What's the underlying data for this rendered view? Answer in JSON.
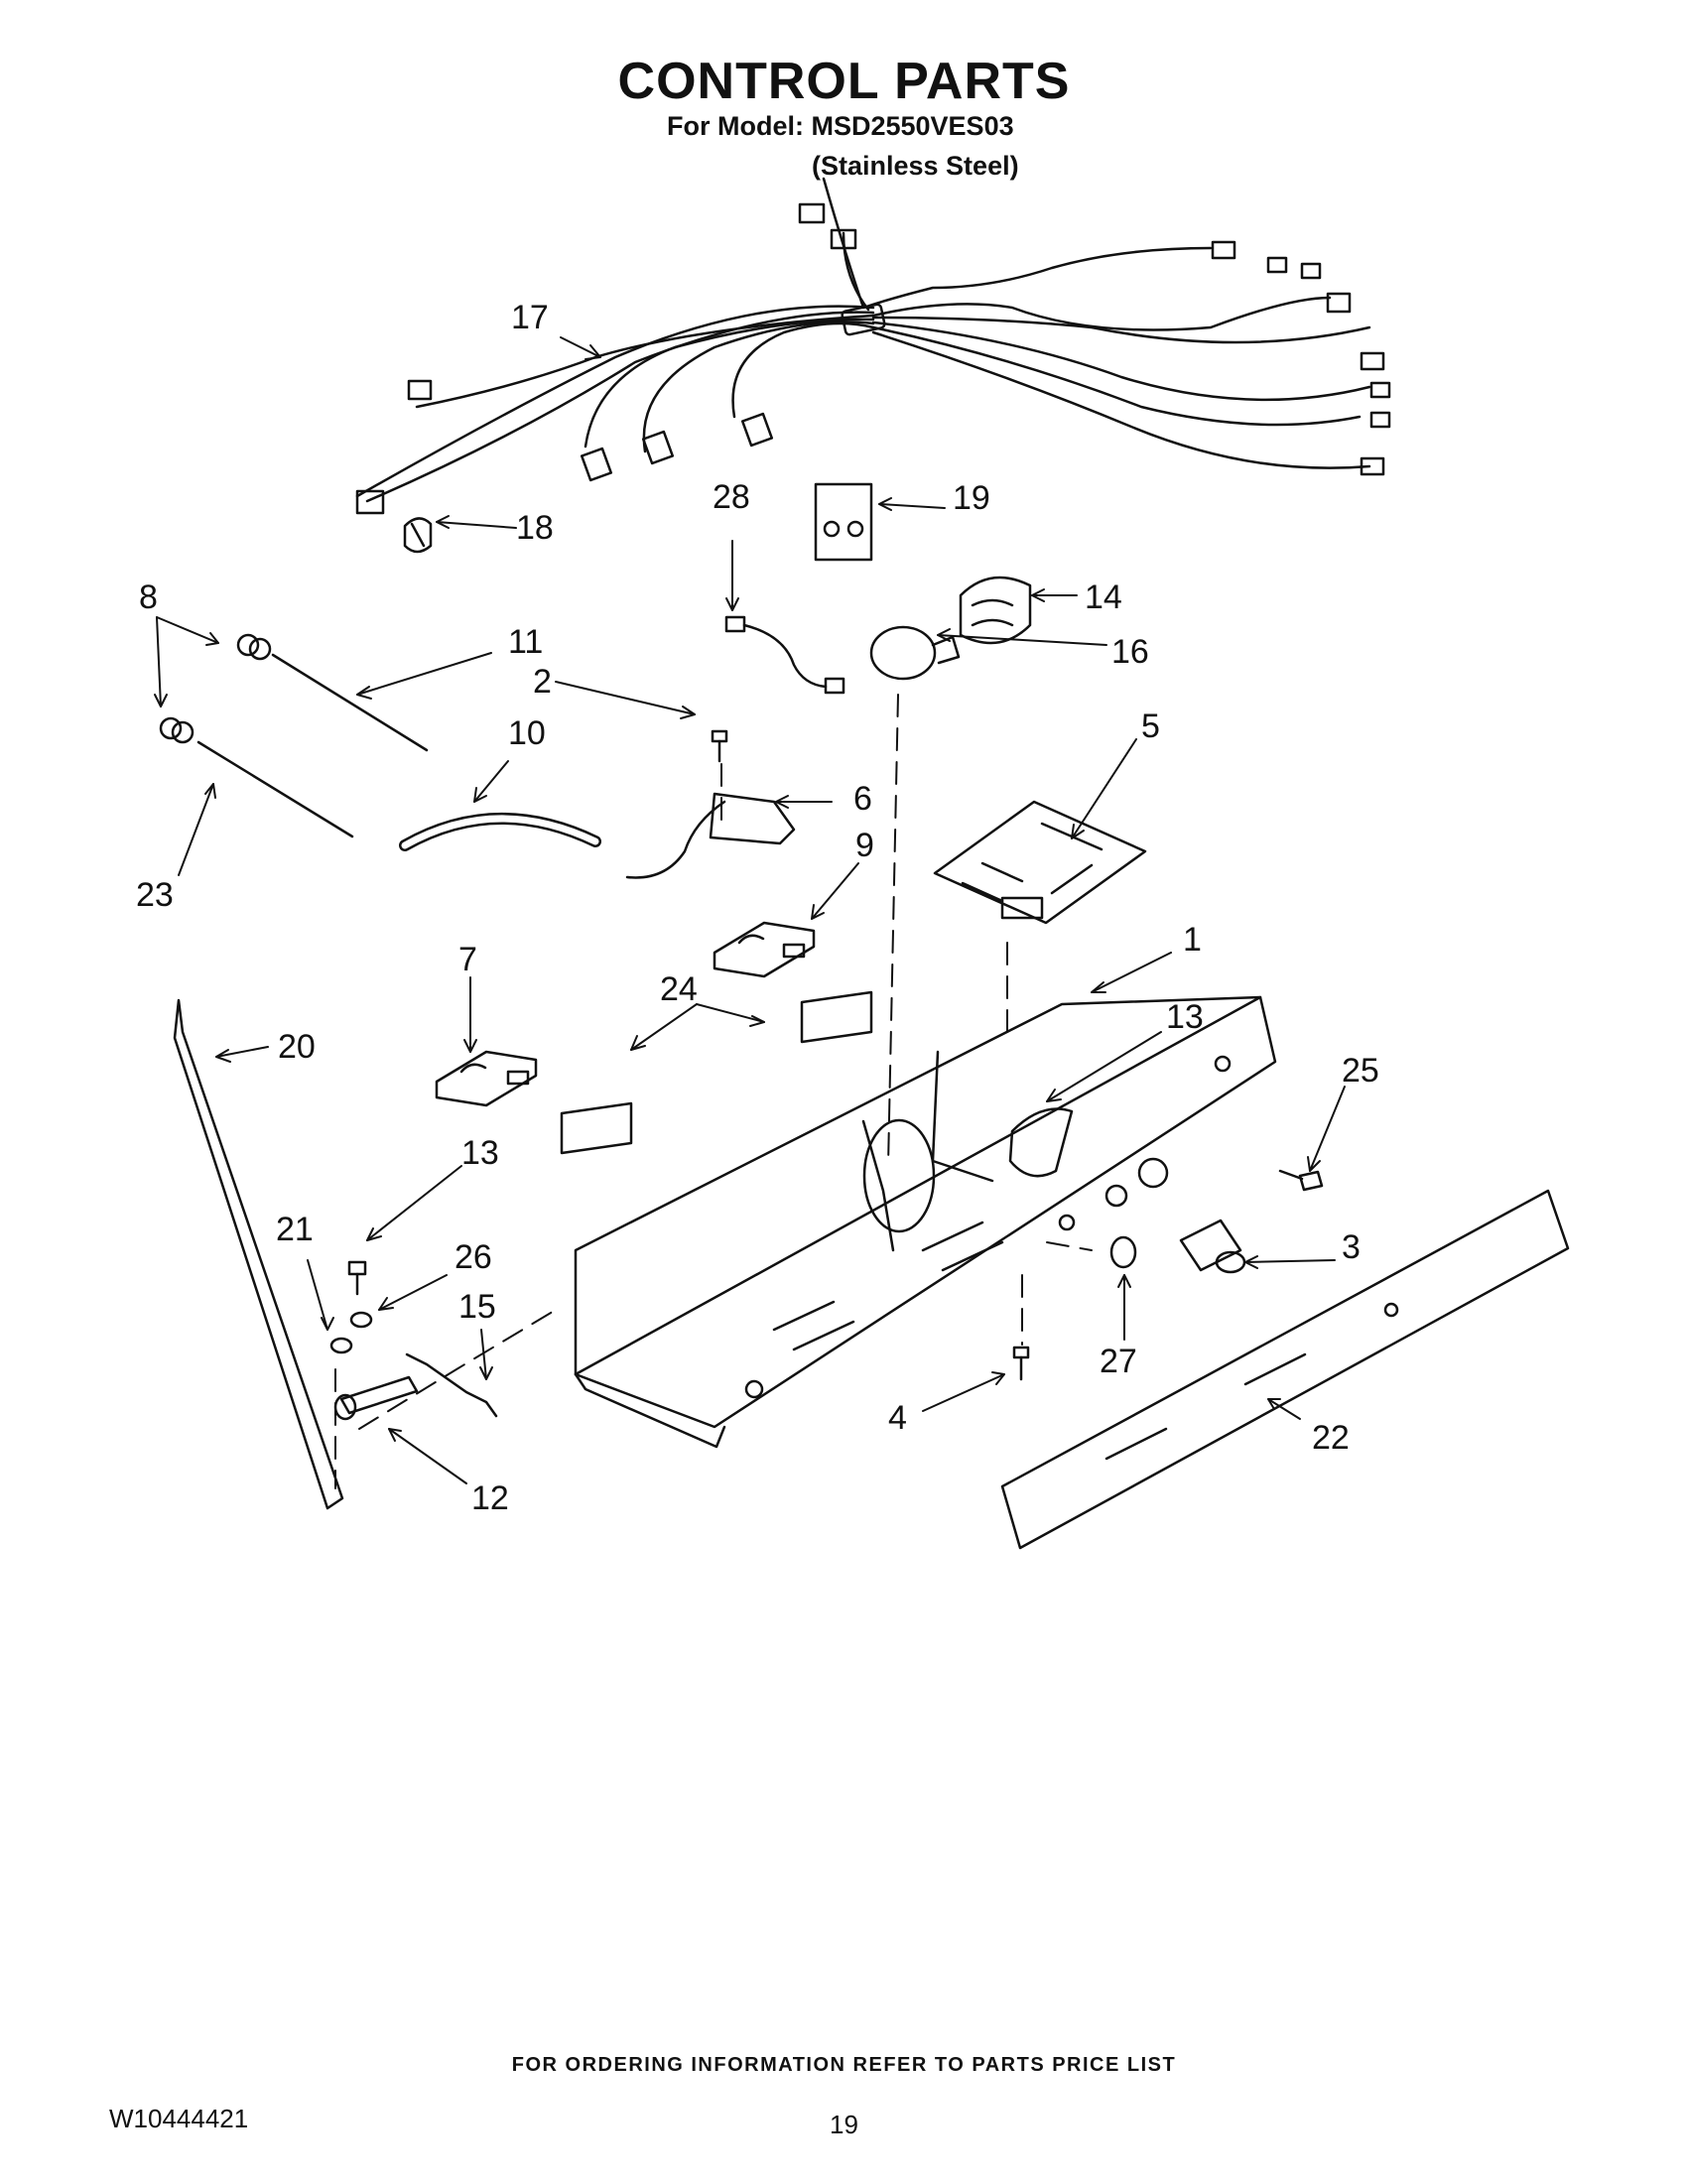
{
  "header": {
    "title": "CONTROL PARTS",
    "model_line": "For Model: MSD2550VES03",
    "finish_line": "(Stainless Steel)"
  },
  "callouts": [
    "17",
    "18",
    "19",
    "28",
    "14",
    "16",
    "8",
    "11",
    "2",
    "10",
    "6",
    "23",
    "9",
    "5",
    "7",
    "1",
    "24",
    "13",
    "25",
    "20",
    "13",
    "21",
    "26",
    "15",
    "3",
    "27",
    "4",
    "22",
    "12"
  ],
  "footer": {
    "ordering_note": "FOR ORDERING INFORMATION REFER TO PARTS PRICE LIST",
    "document_number": "W10444421",
    "page_number": "19"
  }
}
